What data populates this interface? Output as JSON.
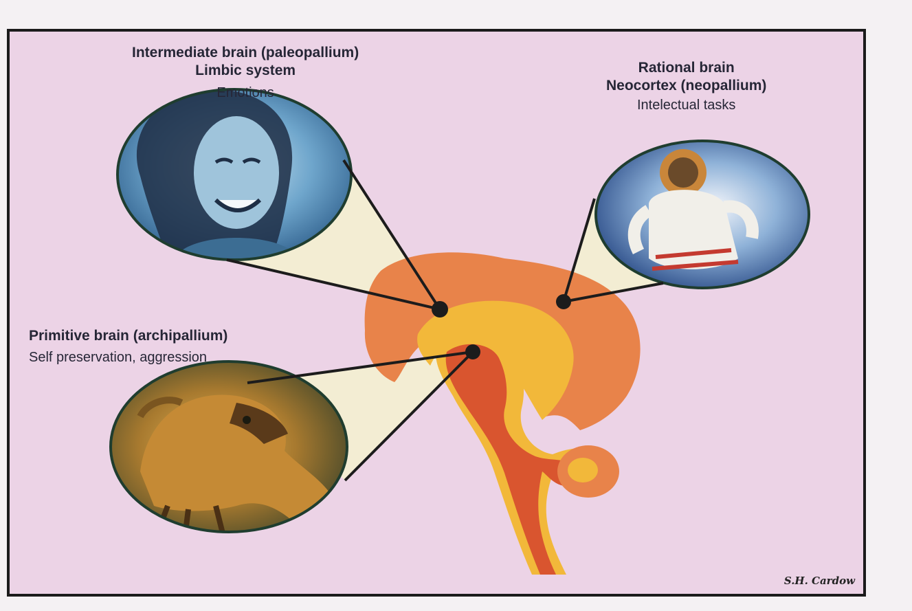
{
  "labels": {
    "intermediate": {
      "title_line1": "Intermediate brain (paleopallium)",
      "title_line2": "Limbic system",
      "function": "Emotions"
    },
    "rational": {
      "title_line1": "Rational brain",
      "title_line2": "Neocortex (neopallium)",
      "function": "Intelectual tasks"
    },
    "primitive": {
      "title_line1": "Primitive brain (archipallium)",
      "function": "Self preservation, aggression"
    }
  },
  "signature": "S.H. Cardow",
  "colors": {
    "background": "#ecd3e6",
    "frame": "#1b1b1b",
    "neocortex": "#e8834a",
    "limbic": "#f2b83a",
    "brainstem": "#d9552f",
    "callout_fill": "#f3eed2",
    "pointer": "#1c1c1c",
    "text": "#262636"
  },
  "icons": {
    "intermediate": "smiling-face-icon",
    "rational": "astronaut-icon",
    "primitive": "lizard-icon"
  }
}
